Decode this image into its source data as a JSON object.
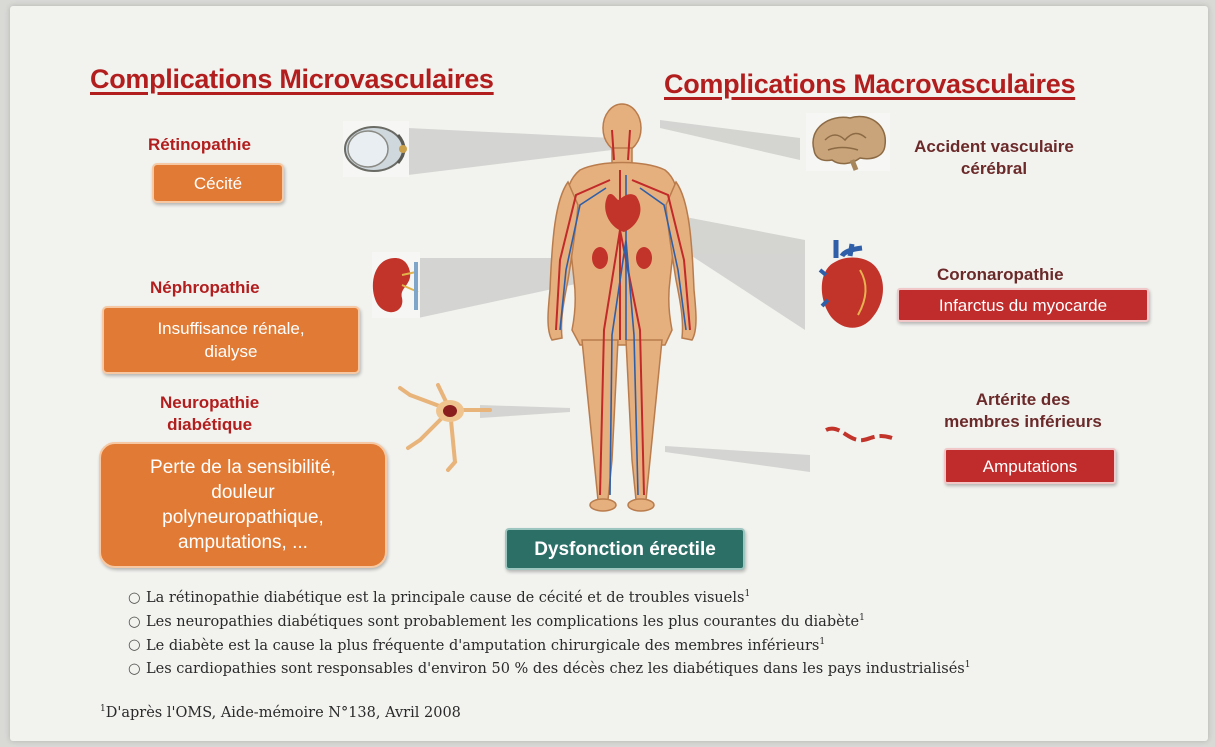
{
  "titles": {
    "micro": "Complications Microvasculaires",
    "macro": "Complications Macrovasculaires"
  },
  "micro": {
    "retino": {
      "label": "Rétinopathie",
      "box": "Cécité"
    },
    "nephro": {
      "label": "Néphropathie",
      "box_line1": "Insuffisance rénale,",
      "box_line2": "dialyse"
    },
    "neuro": {
      "label_line1": "Neuropathie",
      "label_line2": "diabétique",
      "box_line1": "Perte de la sensibilité,",
      "box_line2": "douleur",
      "box_line3": "polyneuropathique,",
      "box_line4": "amputations, ..."
    }
  },
  "macro": {
    "avc": {
      "label_line1": "Accident vasculaire",
      "label_line2": "cérébral"
    },
    "coro": {
      "label": "Coronaropathie",
      "box": "Infarctus du myocarde"
    },
    "arterite": {
      "label_line1": "Artérite des",
      "label_line2": "membres inférieurs",
      "box": "Amputations"
    }
  },
  "center": {
    "box": "Dysfonction érectile"
  },
  "notes": [
    "La rétinopathie diabétique est la principale cause de cécité et de troubles visuels",
    "Les neuropathies diabétiques sont probablement les complications les plus courantes du diabète",
    "Le diabète est la cause la plus fréquente d'amputation chirurgicale des membres inférieurs",
    "Les cardiopathies sont responsables d'environ 50 % des décès chez les diabétiques dans les pays industrialisés"
  ],
  "note_marker": "1",
  "bullet_symbol": "○",
  "footnote": {
    "marker": "1",
    "text": "D'après l'OMS, Aide-mémoire N°138, Avril 2008"
  },
  "icons": {
    "eye": "eye-icon",
    "kidney": "kidney-icon",
    "neuron": "neuron-icon",
    "brain": "brain-icon",
    "heart": "heart-icon",
    "artery": "artery-icon",
    "body": "human-body-illustration"
  },
  "colors": {
    "title_red": "#b21e1e",
    "orange": "#e07a35",
    "red_box": "#c02c2c",
    "green_box": "#2b6f67"
  }
}
